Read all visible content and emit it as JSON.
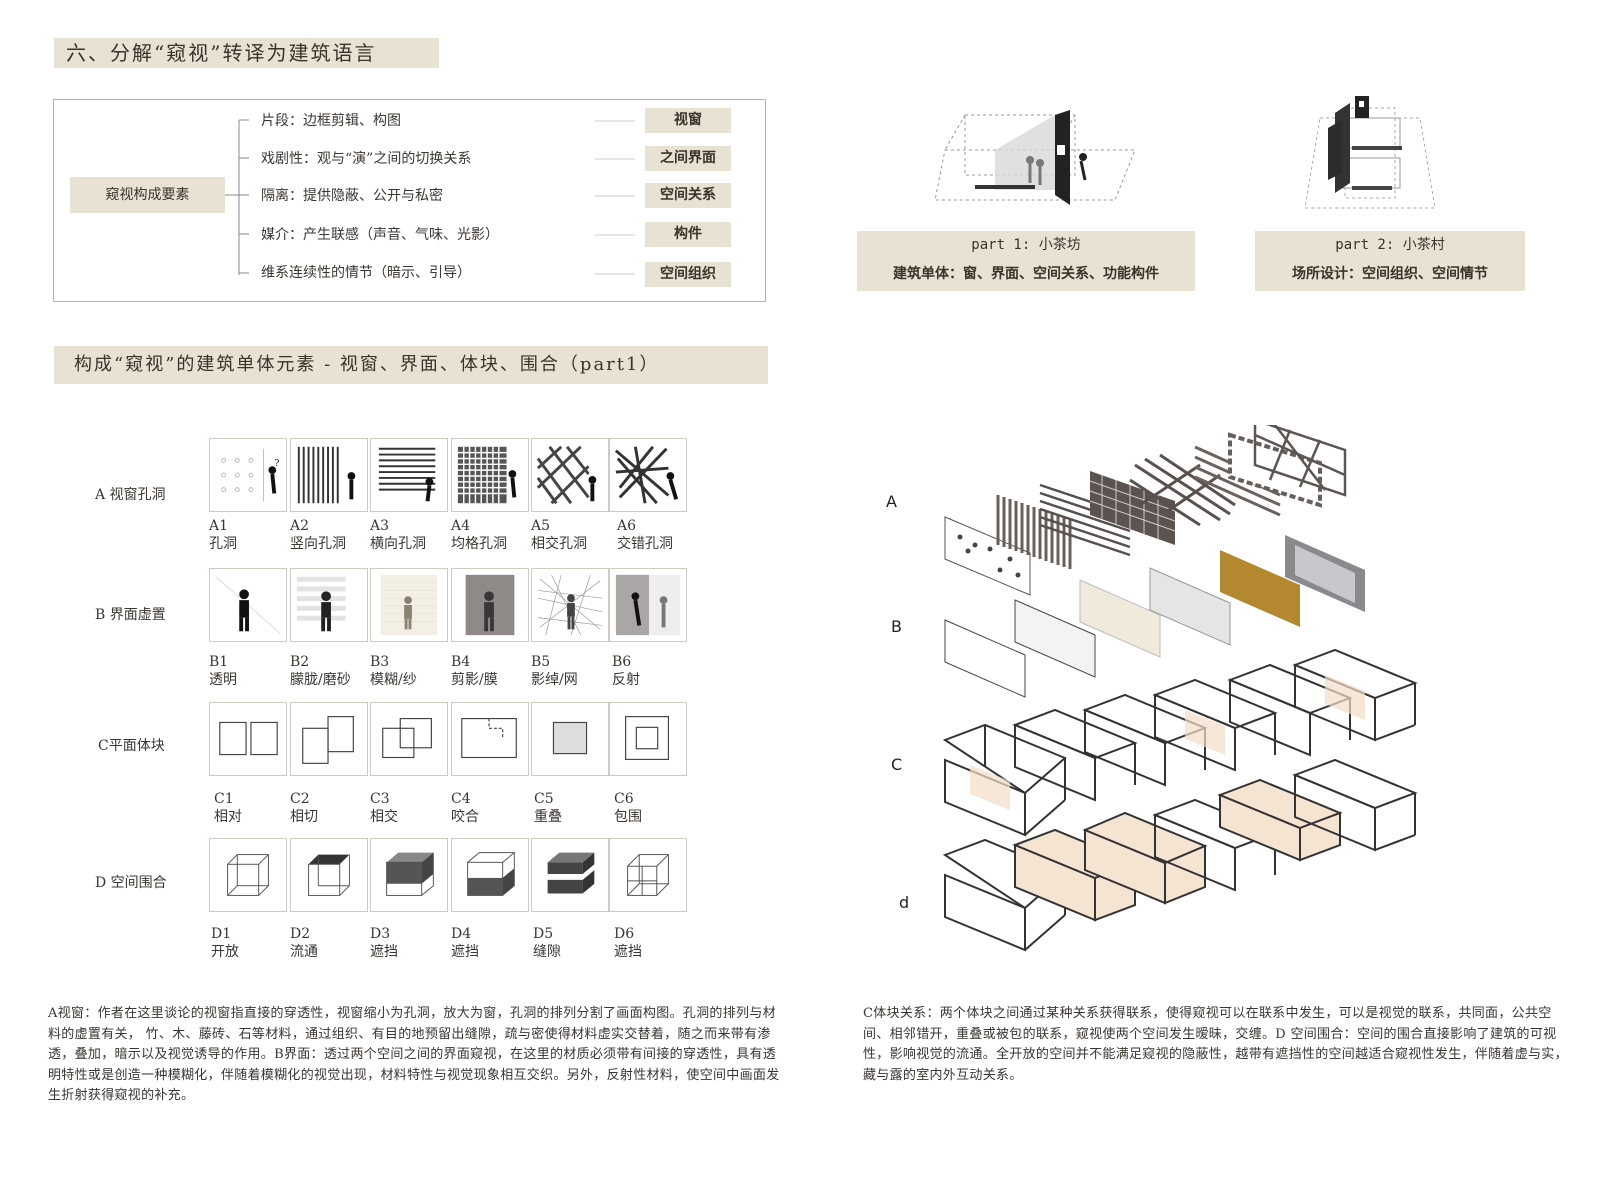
{
  "heading": "六、分解“窥视”转译为建筑语言",
  "tree": {
    "root": "窥视构成要素",
    "items": [
      {
        "text": "片段：边框剪辑、构图",
        "tag": "视窗"
      },
      {
        "text": "戏剧性：观与“演”之间的切换关系",
        "tag": "之间界面"
      },
      {
        "text": "隔离：提供隐蔽、公开与私密",
        "tag": "空间关系"
      },
      {
        "text": "媒介：产生联感（声音、气味、光影）",
        "tag": "构件"
      },
      {
        "text": "维系连续性的情节（暗示、引导）",
        "tag": "空间组织"
      }
    ]
  },
  "parts": [
    {
      "title": "part 1: 小茶坊",
      "subtitle": "建筑单体：窗、界面、空间关系、功能构件"
    },
    {
      "title": "part 2: 小茶村",
      "subtitle": "场所设计：空间组织、空间情节"
    }
  ],
  "section_title": "构成“窥视”的建筑单体元素 - 视窗、界面、体块、围合（part1）",
  "matrix": [
    {
      "label": "A 视窗孔洞",
      "items": [
        {
          "code": "A1",
          "name": "孔洞"
        },
        {
          "code": "A2",
          "name": "竖向孔洞"
        },
        {
          "code": "A3",
          "name": "横向孔洞"
        },
        {
          "code": "A4",
          "name": "均格孔洞"
        },
        {
          "code": "A5",
          "name": "相交孔洞"
        },
        {
          "code": "A6",
          "name": "交错孔洞"
        }
      ]
    },
    {
      "label": "B 界面虚置",
      "items": [
        {
          "code": "B1",
          "name": "透明"
        },
        {
          "code": "B2",
          "name": "朦胧/磨砂"
        },
        {
          "code": "B3",
          "name": "模糊/纱"
        },
        {
          "code": "B4",
          "name": "剪影/膜"
        },
        {
          "code": "B5",
          "name": "影绰/网"
        },
        {
          "code": "B6",
          "name": "反射"
        }
      ]
    },
    {
      "label": "C平面体块",
      "items": [
        {
          "code": "C1",
          "name": "相对"
        },
        {
          "code": "C2",
          "name": "相切"
        },
        {
          "code": "C3",
          "name": "相交"
        },
        {
          "code": "C4",
          "name": "咬合"
        },
        {
          "code": "C5",
          "name": "重叠"
        },
        {
          "code": "C6",
          "name": "包围"
        }
      ]
    },
    {
      "label": "D 空间围合",
      "items": [
        {
          "code": "D1",
          "name": "开放"
        },
        {
          "code": "D2",
          "name": "流通"
        },
        {
          "code": "D3",
          "name": "遮挡"
        },
        {
          "code": "D4",
          "name": "遮挡"
        },
        {
          "code": "D5",
          "name": "缝隙"
        },
        {
          "code": "D6",
          "name": "遮挡"
        }
      ]
    }
  ],
  "exploded_labels": [
    "A",
    "B",
    "C",
    "d"
  ],
  "text_left": "A视窗：作者在这里谈论的视窗指直接的穿透性，视窗缩小为孔洞，放大为窗，孔洞的排列分割了画面构图。孔洞的排列与材料的虚置有关， 竹、木、藤砖、石等材料，通过组织、有目的地预留出缝隙，疏与密使得材料虚实交替着，随之而来带有渗透，叠加，暗示以及视觉诱导的作用。B界面：透过两个空间之间的界面窥视，在这里的材质必须带有间接的穿透性，具有透明特性或是创造一种模糊化，伴随着模糊化的视觉出现，材料特性与视觉现象相互交织。另外，反射性材料，使空间中画面发生折射获得窥视的补充。",
  "text_right": "C体块关系：两个体块之间通过某种关系获得联系，使得窥视可以在联系中发生，可以是视觉的联系，共同面，公共空间、相邻错开，重叠或被包的联系，窥视使两个空间发生暧昧，交缠。D 空间围合：空间的围合直接影响了建筑的可视性，影响视觉的流通。全开放的空间并不能满足窥视的隐蔽性，越带有遮挡性的空间越适合窥视性发生，伴随着虚与实，藏与露的室内外互动关系。"
}
